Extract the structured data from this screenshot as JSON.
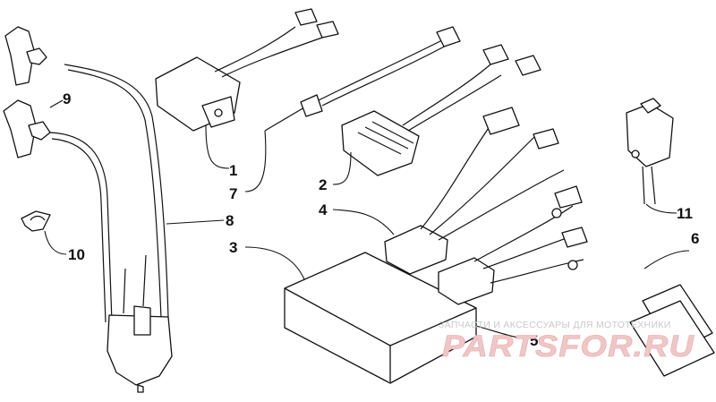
{
  "diagram": {
    "callouts": [
      {
        "id": "1",
        "label": "1"
      },
      {
        "id": "2",
        "label": "2"
      },
      {
        "id": "3",
        "label": "3"
      },
      {
        "id": "4",
        "label": "4"
      },
      {
        "id": "5",
        "label": "5"
      },
      {
        "id": "6",
        "label": "6"
      },
      {
        "id": "7",
        "label": "7"
      },
      {
        "id": "8",
        "label": "8"
      },
      {
        "id": "9",
        "label": "9"
      },
      {
        "id": "10",
        "label": "10"
      },
      {
        "id": "11",
        "label": "11"
      }
    ]
  },
  "watermark": {
    "caption": "ЗАПЧАСТИ И АКСЕССУАРЫ ДЛЯ МОТОТЕХНИКИ",
    "logo": "PARTSFOR.RU"
  }
}
